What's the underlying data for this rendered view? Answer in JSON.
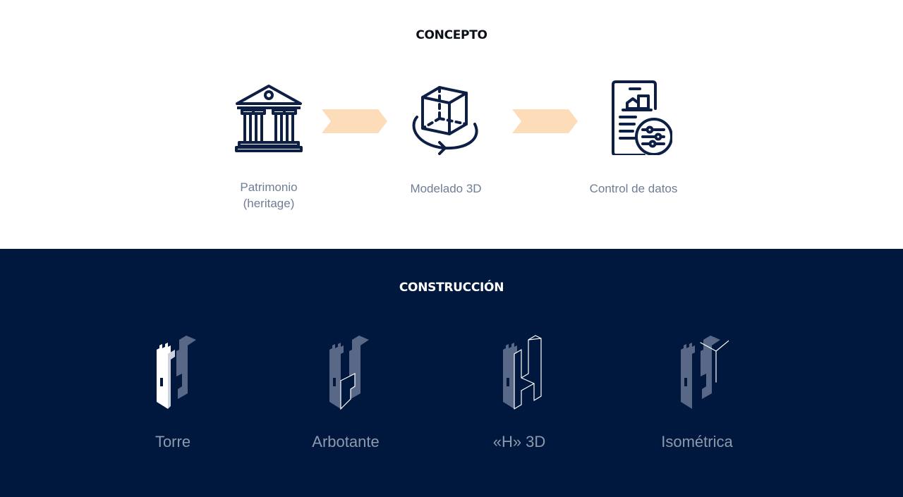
{
  "concepto": {
    "title": "CONCEPTO",
    "steps": [
      {
        "icon": "museum-building-icon",
        "label_line1": "Patrimonio",
        "label_line2": "(heritage)"
      },
      {
        "icon": "rotating-cube-icon",
        "label_line1": "Modelado 3D",
        "label_line2": ""
      },
      {
        "icon": "data-settings-document-icon",
        "label_line1": "Control de datos",
        "label_line2": ""
      }
    ],
    "arrow_icon": "chevron-arrow-icon"
  },
  "construccion": {
    "title": "CONSTRUCCIÓN",
    "items": [
      {
        "icon": "tower-icon",
        "label": "Torre"
      },
      {
        "icon": "flying-buttress-icon",
        "label": "Arbotante"
      },
      {
        "icon": "h-3d-icon",
        "label": "«H» 3D"
      },
      {
        "icon": "isometric-icon",
        "label": "Isométrica"
      }
    ]
  },
  "colors": {
    "navy": "#00183d",
    "icon_dark": "#0e1f45",
    "arrow": "#fddcb9",
    "label_gray": "#6f7d95",
    "ghost": "#5a6888"
  }
}
